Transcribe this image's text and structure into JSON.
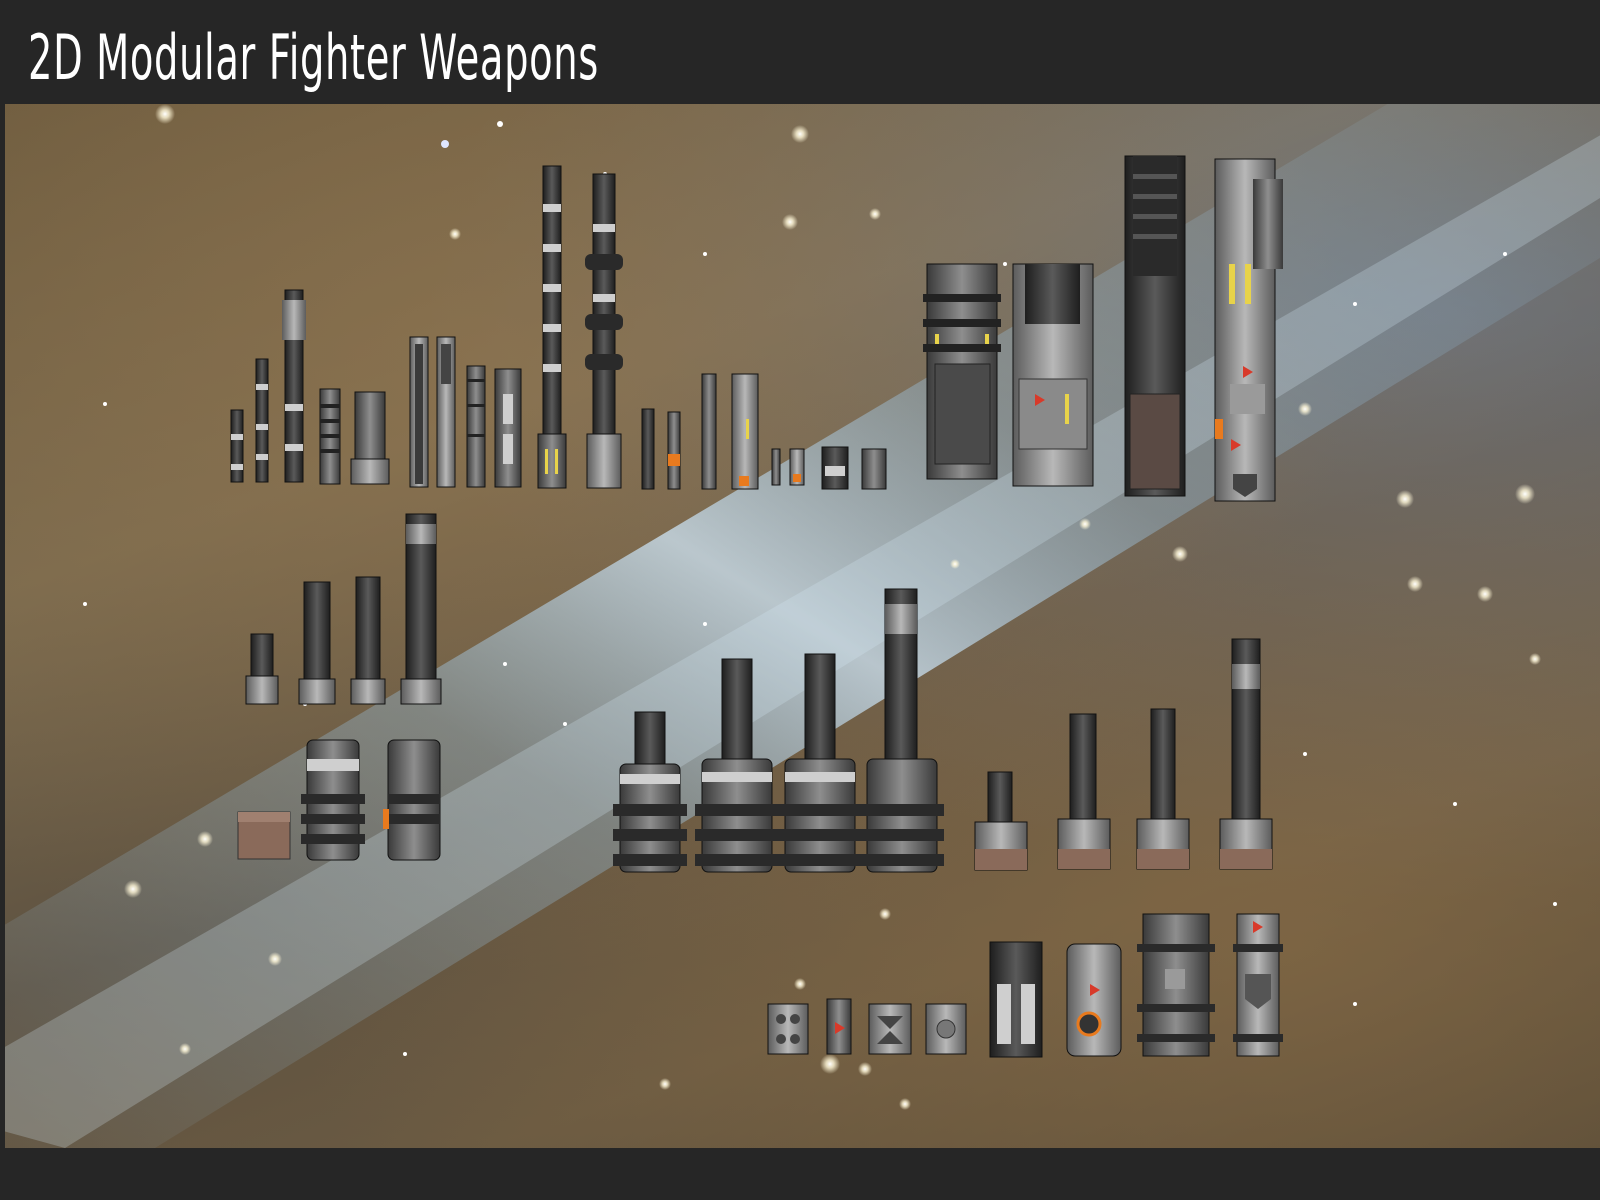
{
  "header": {
    "title": "2D Modular Fighter Weapons"
  },
  "colors": {
    "frame": "#262626",
    "title_text": "#ffffff",
    "nebula_blue": "#9cc8ea",
    "nebula_brown": "#6b5a3e",
    "metal_dark": "#2e2e2e",
    "metal_light": "#9a9a9a",
    "accent_yellow": "#e8d34a",
    "accent_orange": "#e87a1e",
    "accent_red": "#d83a2a",
    "rust": "#8a5a4a"
  },
  "scene": {
    "background": "space-nebula",
    "groups": [
      "small-guns-row",
      "heavy-cannons",
      "small-gatlings",
      "gatling-pods-small",
      "gatling-pods-large",
      "gatling-turrets",
      "modules-row"
    ]
  }
}
